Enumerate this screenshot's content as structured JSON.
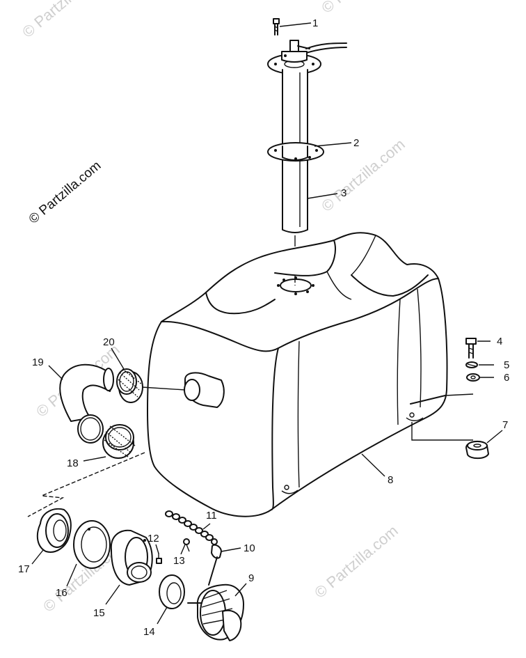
{
  "watermark": {
    "text": "© Partzilla.com"
  },
  "callouts": [
    {
      "id": "1",
      "label": "1"
    },
    {
      "id": "2",
      "label": "2"
    },
    {
      "id": "3",
      "label": "3"
    },
    {
      "id": "4",
      "label": "4"
    },
    {
      "id": "5",
      "label": "5"
    },
    {
      "id": "6",
      "label": "6"
    },
    {
      "id": "7",
      "label": "7"
    },
    {
      "id": "8",
      "label": "8"
    },
    {
      "id": "9",
      "label": "9"
    },
    {
      "id": "10",
      "label": "10"
    },
    {
      "id": "11",
      "label": "11"
    },
    {
      "id": "12",
      "label": "12"
    },
    {
      "id": "13",
      "label": "13"
    },
    {
      "id": "14",
      "label": "14"
    },
    {
      "id": "15",
      "label": "15"
    },
    {
      "id": "16",
      "label": "16"
    },
    {
      "id": "17",
      "label": "17"
    },
    {
      "id": "18",
      "label": "18"
    },
    {
      "id": "19",
      "label": "19"
    },
    {
      "id": "20",
      "label": "20"
    }
  ]
}
